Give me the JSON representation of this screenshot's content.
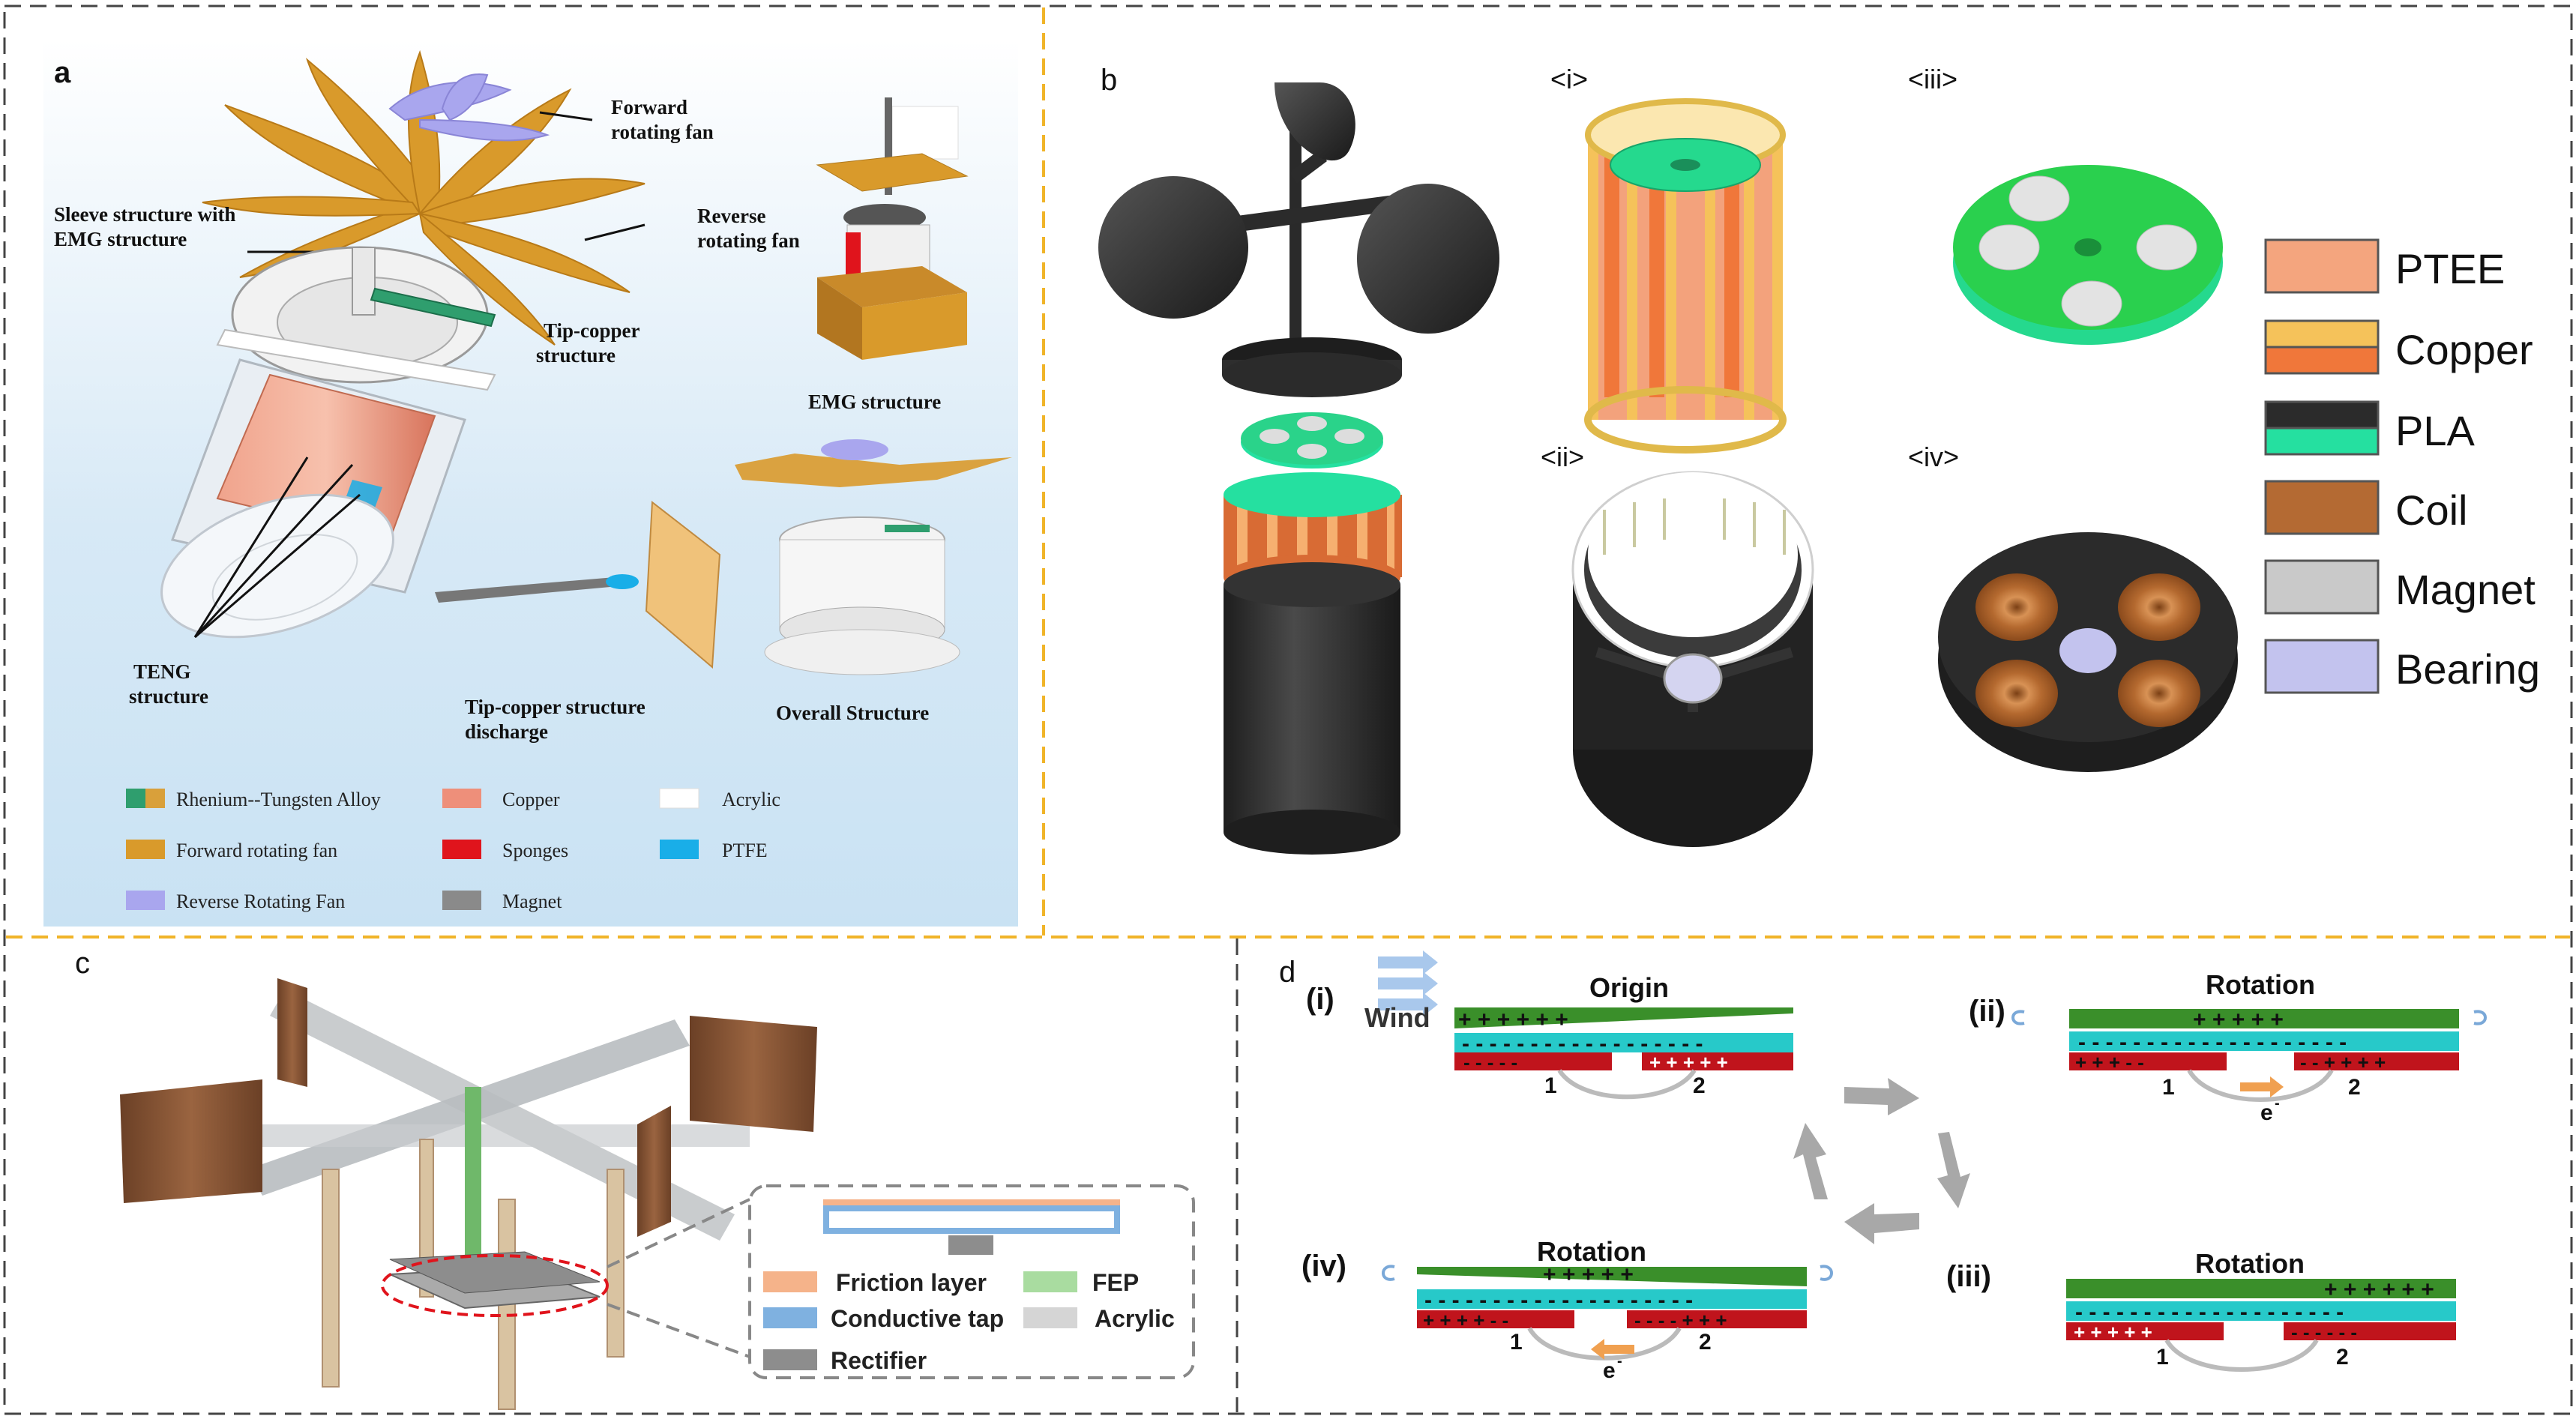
{
  "panels": {
    "a": {
      "letter": "a",
      "labels": {
        "forward_fan": [
          "Forward",
          "rotating fan"
        ],
        "sleeve": [
          "Sleeve structure with",
          "EMG structure"
        ],
        "reverse_fan": [
          "Reverse",
          "rotating fan"
        ],
        "tip_copper": [
          "Tip-copper",
          "structure"
        ],
        "emg": "EMG structure",
        "teng": [
          "TENG",
          "structure"
        ],
        "discharge": [
          "Tip-copper structure",
          "discharge"
        ],
        "overall": "Overall Structure"
      },
      "legend": [
        {
          "label": "Rhenium--Tungsten Alloy",
          "colors": [
            "#2f9e6e",
            "#d9a03a"
          ]
        },
        {
          "label": "Copper",
          "colors": [
            "#ee8f7a"
          ]
        },
        {
          "label": "Acrylic",
          "colors": [
            "#ffffff"
          ]
        },
        {
          "label": "Forward rotating fan",
          "colors": [
            "#d99a2b"
          ]
        },
        {
          "label": "Sponges",
          "colors": [
            "#e0141c"
          ]
        },
        {
          "label": "PTFE",
          "colors": [
            "#19aee8"
          ]
        },
        {
          "label": "Reverse Rotating Fan",
          "colors": [
            "#a9a6ee"
          ]
        },
        {
          "label": "Magnet",
          "colors": [
            "#8a8a8a"
          ]
        }
      ]
    },
    "b": {
      "letter": "b",
      "sub_labels": [
        "<i>",
        "<ii>",
        "<iii>",
        "<iv>"
      ],
      "legend": [
        {
          "label": "PTEE",
          "colors": [
            "#f4a57e"
          ]
        },
        {
          "label": "Copper",
          "colors": [
            "#f5c25a",
            "#f0773a"
          ]
        },
        {
          "label": "PLA",
          "colors": [
            "#2b2b2b",
            "#25e0a0"
          ]
        },
        {
          "label": "Coil",
          "colors": [
            "#b46a33"
          ]
        },
        {
          "label": "Magnet",
          "colors": [
            "#c9c9c9"
          ]
        },
        {
          "label": "Bearing",
          "colors": [
            "#c3c3ee"
          ]
        }
      ]
    },
    "c": {
      "letter": "c",
      "legend": [
        {
          "label": "Friction layer",
          "color": "#f5b38a"
        },
        {
          "label": "FEP",
          "color": "#a9dca0"
        },
        {
          "label": "Conductive tap",
          "color": "#7fb1e0"
        },
        {
          "label": "Acrylic",
          "color": "#d5d5d5"
        },
        {
          "label": "Rectifier",
          "color": "#8d8d8d"
        }
      ]
    },
    "d": {
      "letter": "d",
      "wind": "Wind",
      "electron": "e",
      "electron_sup": "-",
      "electrodes": [
        "1",
        "2"
      ],
      "stages": [
        {
          "num": "(i)",
          "title": "Origin"
        },
        {
          "num": "(ii)",
          "title": "Rotation"
        },
        {
          "num": "(iii)",
          "title": "Rotation"
        },
        {
          "num": "(iv)",
          "title": "Rotation"
        }
      ]
    }
  },
  "colors": {
    "divider": "#f0b429",
    "border": "#444444",
    "green": "#3a8f2a",
    "cyan": "#27c9c9",
    "red": "#c0141c",
    "arrow": "#f0a050"
  }
}
